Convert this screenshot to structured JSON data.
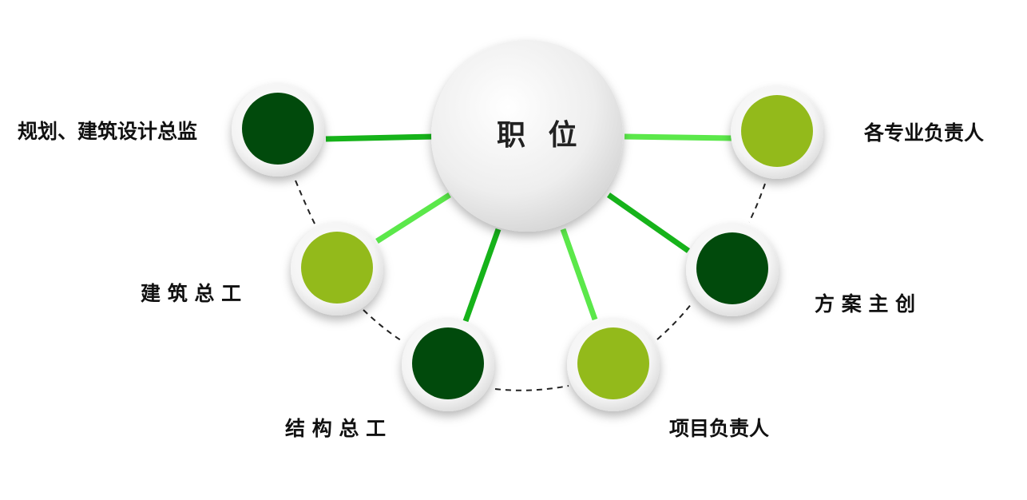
{
  "center": {
    "label": "职 位"
  },
  "nodes": [
    {
      "label": "规划、建筑设计总监",
      "color": "#014a0c"
    },
    {
      "label": "建 筑 总 工",
      "color": "#93ba1b"
    },
    {
      "label": "结 构 总 工",
      "color": "#014a0c"
    },
    {
      "label": "项目负责人",
      "color": "#93ba1b"
    },
    {
      "label": "方 案 主 创",
      "color": "#014a0c"
    },
    {
      "label": "各专业负责人",
      "color": "#93ba1b"
    }
  ],
  "colors": {
    "line_dark": "#16b31a",
    "line_light": "#5be84a",
    "dashed": "#222222",
    "center_fill": "#f2f2f2"
  }
}
